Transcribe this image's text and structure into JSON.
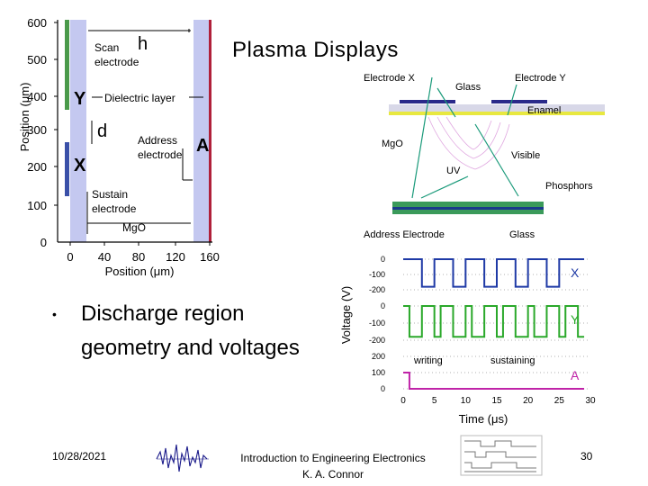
{
  "slide": {
    "title": "Plasma Displays",
    "bullet": "Discharge region geometry and voltages",
    "footer": {
      "date": "10/28/2021",
      "course": "Introduction to Engineering Electronics",
      "author": "K. A. Connor",
      "page": "30"
    }
  },
  "geometry_figure": {
    "ylabel": "Position (μm)",
    "xlabel": "Position (μm)",
    "yticks": [
      "600",
      "500",
      "400",
      "300",
      "200",
      "100",
      "0"
    ],
    "xticks": [
      "0",
      "40",
      "80",
      "120",
      "160"
    ],
    "labels": {
      "scan_electrode": "Scan electrode",
      "h": "h",
      "y": "Y",
      "dielectric": "Dielectric layer",
      "d": "d",
      "address_electrode": "Address electrode",
      "a": "A",
      "x": "X",
      "sustain_electrode": "Sustain electrode",
      "mgo": "MgO"
    },
    "colors": {
      "dielectric": "#c4c8f0",
      "scan": "#4a9a4a",
      "sustain": "#3a50a8",
      "address": "#b0203a"
    }
  },
  "cell_figure": {
    "electrode_x": "Electrode X",
    "glass_top": "Glass",
    "electrode_y": "Electrode Y",
    "enamel": "Enamel",
    "mgo": "MgO",
    "visible": "Visible",
    "uv": "UV",
    "phosphors": "Phosphors",
    "address_electrode": "Address Electrode",
    "glass_bottom": "Glass"
  },
  "chart_data": {
    "type": "line",
    "xlabel": "Time (μs)",
    "ylabel": "Voltage (V)",
    "xlim": [
      0,
      30
    ],
    "xticks": [
      "0",
      "5",
      "10",
      "15",
      "20",
      "25",
      "30"
    ],
    "annotations": [
      "writing",
      "sustaining"
    ],
    "series": [
      {
        "name": "X",
        "color": "#1f3aa6",
        "yticks": [
          "0",
          "-100",
          "-200"
        ],
        "ylim": [
          -200,
          0
        ],
        "x": [
          0,
          3,
          3,
          5,
          5,
          8,
          8,
          10,
          10,
          13,
          13,
          15,
          15,
          18,
          18,
          20,
          20,
          23,
          23,
          25,
          25,
          29
        ],
        "y": [
          0,
          0,
          -180,
          -180,
          0,
          0,
          -180,
          -180,
          0,
          0,
          -180,
          -180,
          0,
          0,
          -180,
          -180,
          0,
          0,
          -180,
          -180,
          0,
          0
        ]
      },
      {
        "name": "Y",
        "color": "#2aa82a",
        "yticks": [
          "0",
          "-100",
          "-200"
        ],
        "ylim": [
          -200,
          0
        ],
        "x": [
          0,
          1,
          1,
          3,
          3,
          5,
          5,
          6,
          6,
          8,
          8,
          10,
          10,
          11,
          11,
          13,
          13,
          15,
          15,
          16,
          16,
          18,
          18,
          20,
          20,
          21,
          21,
          23,
          23,
          25,
          25,
          26,
          26,
          28,
          28,
          29
        ],
        "y": [
          0,
          0,
          -180,
          -180,
          0,
          0,
          -180,
          -180,
          0,
          0,
          -180,
          -180,
          0,
          0,
          -180,
          -180,
          0,
          0,
          -180,
          -180,
          0,
          0,
          -180,
          -180,
          0,
          0,
          -180,
          -180,
          0,
          0,
          -180,
          -180,
          0,
          0,
          -180,
          -180
        ]
      },
      {
        "name": "A",
        "color": "#c023a8",
        "yticks": [
          "200",
          "100",
          "0"
        ],
        "ylim": [
          0,
          200
        ],
        "x": [
          0,
          1,
          1,
          29
        ],
        "y": [
          100,
          100,
          0,
          0
        ]
      }
    ]
  }
}
